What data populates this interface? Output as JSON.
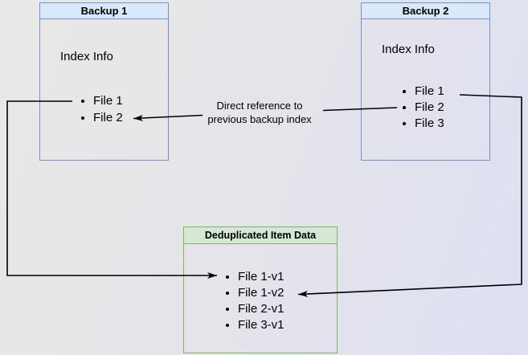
{
  "canvas": {
    "background_top_left": "#eae8e6",
    "background_bottom_right": "#dee0f3"
  },
  "boxes": {
    "backup1": {
      "title": "Backup 1",
      "subtitle": "Index Info",
      "items": [
        "File 1",
        "File 2"
      ],
      "header_fill": "#dae8fc",
      "border_color": "#7291c4"
    },
    "backup2": {
      "title": "Backup 2",
      "subtitle": "Index Info",
      "items": [
        "File 1",
        "File 2",
        "File 3"
      ],
      "header_fill": "#dae8fc",
      "border_color": "#7291c4"
    },
    "dedup": {
      "title": "Deduplicated Item Data",
      "items": [
        "File 1-v1",
        "File 1-v2",
        "File 2-v1",
        "File 3-v1"
      ],
      "header_fill": "#d5e8d4",
      "border_color": "#82b366"
    }
  },
  "annotation": {
    "line1": "Direct reference to",
    "line2": "previous backup index"
  },
  "arrows": {
    "color": "#000000",
    "connections": [
      {
        "from": "Backup 1 / File 1",
        "to": "Deduplicated Item Data / File 1-v1"
      },
      {
        "from": "Backup 2 / File 2",
        "to": "Backup 1 / File 2",
        "label": "Direct reference to previous backup index"
      },
      {
        "from": "Backup 2 / File 1",
        "to": "Deduplicated Item Data / File 1-v2"
      }
    ]
  }
}
